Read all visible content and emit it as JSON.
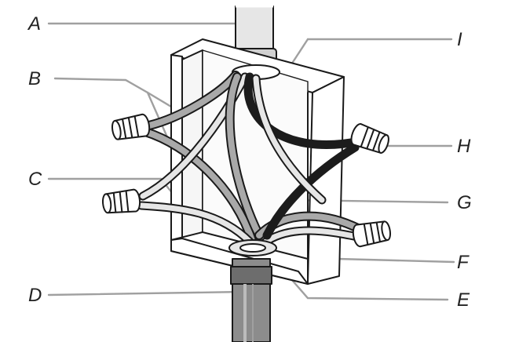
{
  "labels": {
    "A": "A",
    "B": "B",
    "C": "C",
    "D": "D",
    "E": "E",
    "F": "F",
    "G": "G",
    "H": "H",
    "I": "I"
  },
  "colors": {
    "line": "#1a1a1a",
    "leader": "#a0a0a0",
    "wire_gray": "#a9a9a9",
    "wire_light": "#e6e6e6",
    "wire_black": "#1c1c1c",
    "box_face": "#ffffff",
    "box_shade": "#d9d9d9"
  }
}
